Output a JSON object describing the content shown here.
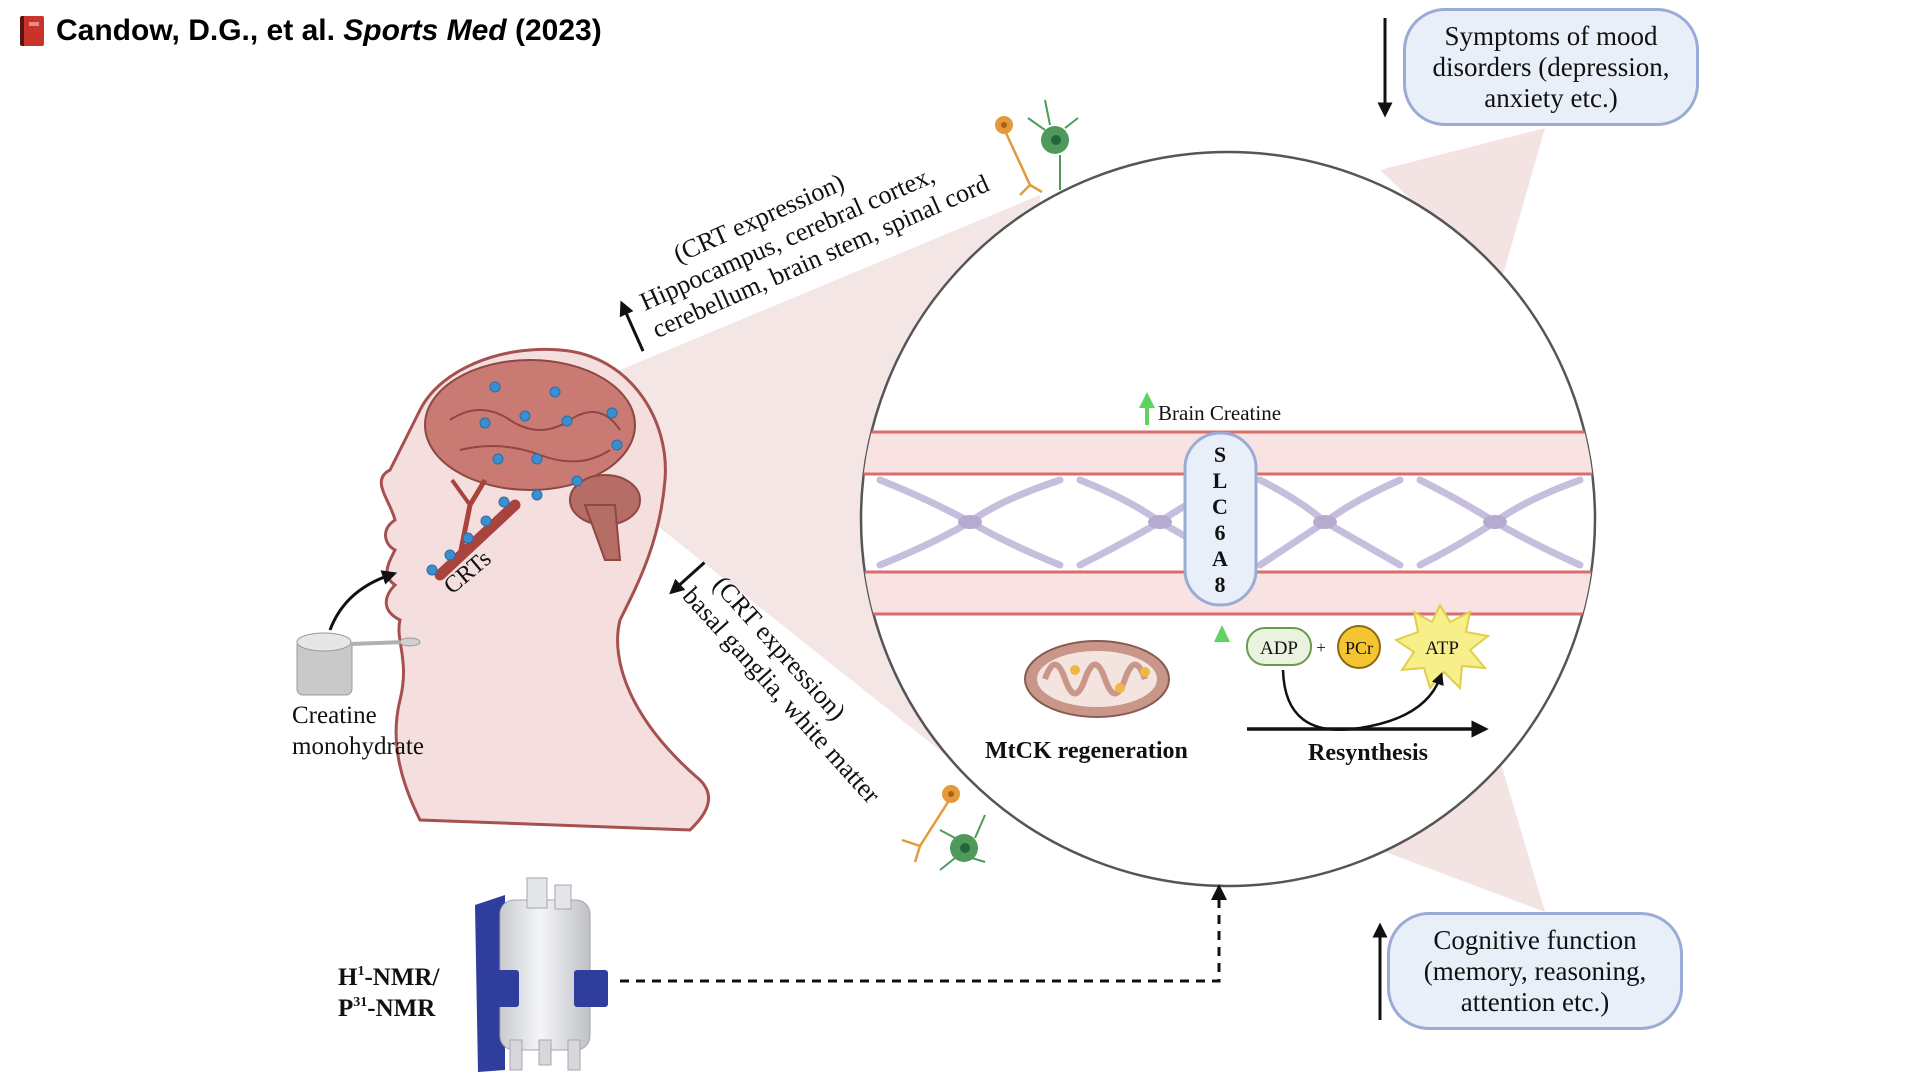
{
  "citation": {
    "authors": "Candow, D.G., et al.",
    "journal": "Sports Med",
    "year": "(2023)",
    "icon": "red-book-icon"
  },
  "labels": {
    "crts": "CRTs",
    "supplement_line1": "Creatine",
    "supplement_line2": "monohydrate",
    "nmr_line1_main": "H",
    "nmr_line1_sup": "1",
    "nmr_line1_rest": "-NMR/",
    "nmr_line2_main": "P",
    "nmr_line2_sup": "31",
    "nmr_line2_rest": "-NMR",
    "brain_creatine": "Brain Creatine",
    "transporter": [
      "S",
      "L",
      "C",
      "6",
      "A",
      "8"
    ],
    "adp": "ADP",
    "plus": "+",
    "pcr": "PCr",
    "atp": "ATP",
    "mtck": "MtCK regeneration",
    "resynthesis": "Resynthesis"
  },
  "crt_expression_high": {
    "direction": "increase",
    "line1": "(CRT expression)",
    "line2": "Hippocampus, cerebral cortex,",
    "line3": "cerebellum, brain stem, spinal cord"
  },
  "crt_expression_low": {
    "direction": "decrease",
    "line1": "(CRT expression)",
    "line2": "basal ganglia, white matter"
  },
  "outcomes": {
    "mood": {
      "direction": "decrease",
      "line1": "Symptoms of mood",
      "line2": "disorders (depression,",
      "line3": "anxiety etc.)"
    },
    "cognition": {
      "direction": "increase",
      "line1": "Cognitive function",
      "line2": "(memory, reasoning,",
      "line3": "attention etc.)"
    }
  },
  "colors": {
    "brain": "#c97a72",
    "transporter_dot": "#3b8fd0",
    "vessel": "#f7dede",
    "vessel_edge": "#d96c6c",
    "astrocyte": "#c6bedc",
    "outcome_box_border": "#9aacd6",
    "outcome_box_fill": "#e9eff9",
    "up_arrow_green": "#5fd35f",
    "pcr_fill": "#f5c531",
    "atp_fill": "#f7f08a",
    "adp_fill": "#eaf3df",
    "nmr_blue": "#2f3d9c"
  }
}
